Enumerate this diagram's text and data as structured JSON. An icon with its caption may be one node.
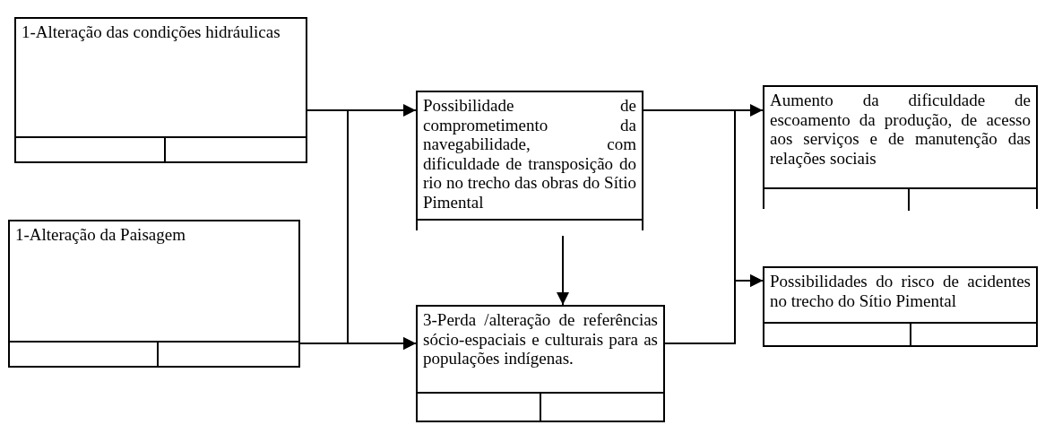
{
  "diagram": {
    "nodes": [
      {
        "text": [
          "1-Alteração das condições hidráulicas"
        ]
      },
      {
        "text": [
          "1-Alteração da Paisagem"
        ]
      },
      {
        "text": [
          "Possibilidade de comprometimento da navegabilidade, com dificuldade de transposição do rio no trecho das obras do Sítio Pimental"
        ]
      },
      {
        "text": [
          "3-Perda /alteração de referências sócio-espaciais e culturais para as populações indígenas."
        ]
      },
      {
        "text": [
          "Aumento da dificuldade de escoamento da produção, de acesso aos serviços e de manutenção das relações sociais"
        ]
      },
      {
        "text": [
          "Possibilidades do risco de acidentes no trecho do Sítio Pimental"
        ]
      }
    ],
    "edges": [
      {
        "from": 0,
        "to": 2,
        "arrow": "to"
      },
      {
        "from": 0,
        "to": 3,
        "arrow": "to"
      },
      {
        "from": 1,
        "to": 3,
        "arrow": "to"
      },
      {
        "from": 2,
        "to": 3,
        "arrow": "to"
      },
      {
        "from": 2,
        "to": 4,
        "arrow": "to"
      },
      {
        "from": 2,
        "to": 5,
        "arrow": "to"
      },
      {
        "from": 3,
        "to": 5,
        "arrow": "to"
      }
    ]
  }
}
